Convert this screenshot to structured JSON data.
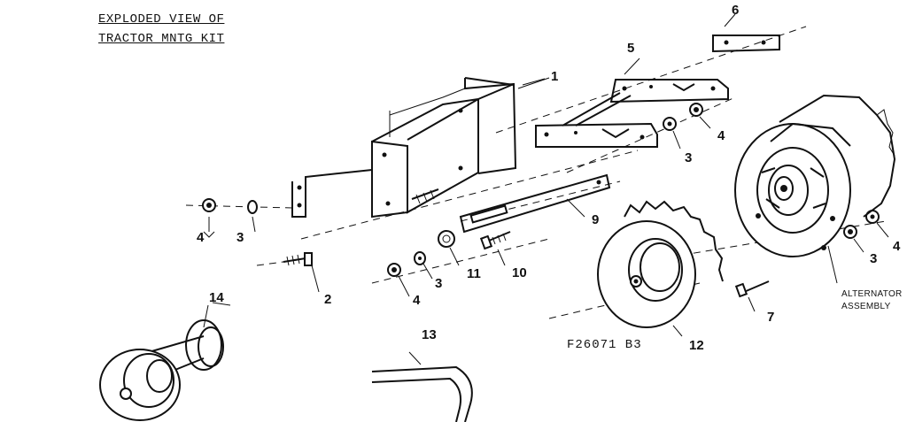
{
  "title": {
    "line1": "EXPLODED VIEW OF",
    "line2": "TRACTOR MNTG KIT"
  },
  "callouts": [
    {
      "id": "c1",
      "text": "1"
    },
    {
      "id": "c2",
      "text": "2"
    },
    {
      "id": "c3a",
      "text": "3"
    },
    {
      "id": "c3b",
      "text": "3"
    },
    {
      "id": "c3c",
      "text": "3"
    },
    {
      "id": "c3d",
      "text": "3"
    },
    {
      "id": "c4a",
      "text": "4"
    },
    {
      "id": "c4b",
      "text": "4"
    },
    {
      "id": "c4c",
      "text": "4"
    },
    {
      "id": "c4d",
      "text": "4"
    },
    {
      "id": "c5",
      "text": "5"
    },
    {
      "id": "c6",
      "text": "6"
    },
    {
      "id": "c7",
      "text": "7"
    },
    {
      "id": "c9",
      "text": "9"
    },
    {
      "id": "c10",
      "text": "10"
    },
    {
      "id": "c11",
      "text": "11"
    },
    {
      "id": "c12",
      "text": "12"
    },
    {
      "id": "c13",
      "text": "13"
    },
    {
      "id": "c14",
      "text": "14"
    }
  ],
  "alternator_label": {
    "line1": "ALTERNATOR",
    "line2": "ASSEMBLY"
  },
  "drawing_code": "F26071 B3"
}
